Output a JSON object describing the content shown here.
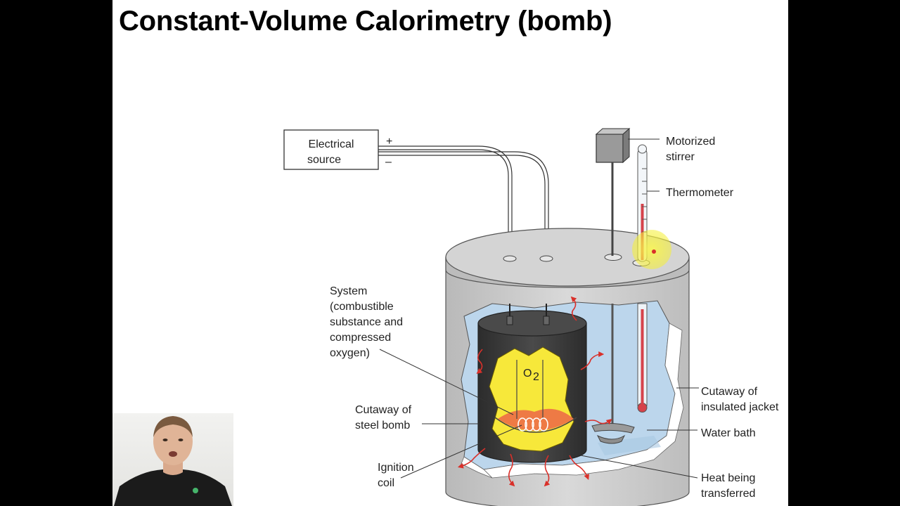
{
  "slide": {
    "title": "Constant-Volume Calorimetry (bomb)"
  },
  "diagram": {
    "source_box": [
      "Electrical",
      "source"
    ],
    "plus_sign": "+",
    "minus_sign": "–",
    "o2_label": "O",
    "o2_subscript": "2",
    "labels": {
      "stirrer": [
        "Motorized",
        "stirrer"
      ],
      "thermometer": [
        "Thermometer"
      ],
      "system": [
        "System",
        "(combustible",
        "substance and",
        "compressed",
        "oxygen)"
      ],
      "bomb": [
        "Cutaway of",
        "steel bomb"
      ],
      "ignition": [
        "Ignition",
        "coil"
      ],
      "jacket": [
        "Cutaway of",
        "insulated jacket"
      ],
      "water": [
        "Water bath"
      ],
      "heat": [
        "Heat being",
        "transferred"
      ]
    }
  },
  "colors": {
    "page_background": "#000000",
    "slide_background": "#ffffff",
    "container_gray": "#cfcfcf",
    "lid_gray": "#d4d4d4",
    "water_blue": "#bcd6ec",
    "bomb_dark": "#3a3a3a",
    "flame_yellow": "#f7e83a",
    "sample_orange": "#ee7a45",
    "heat_arrows": "#d9302a",
    "thermometer_fluid": "#d6424a",
    "pointer_highlight": "#f5f04a"
  }
}
